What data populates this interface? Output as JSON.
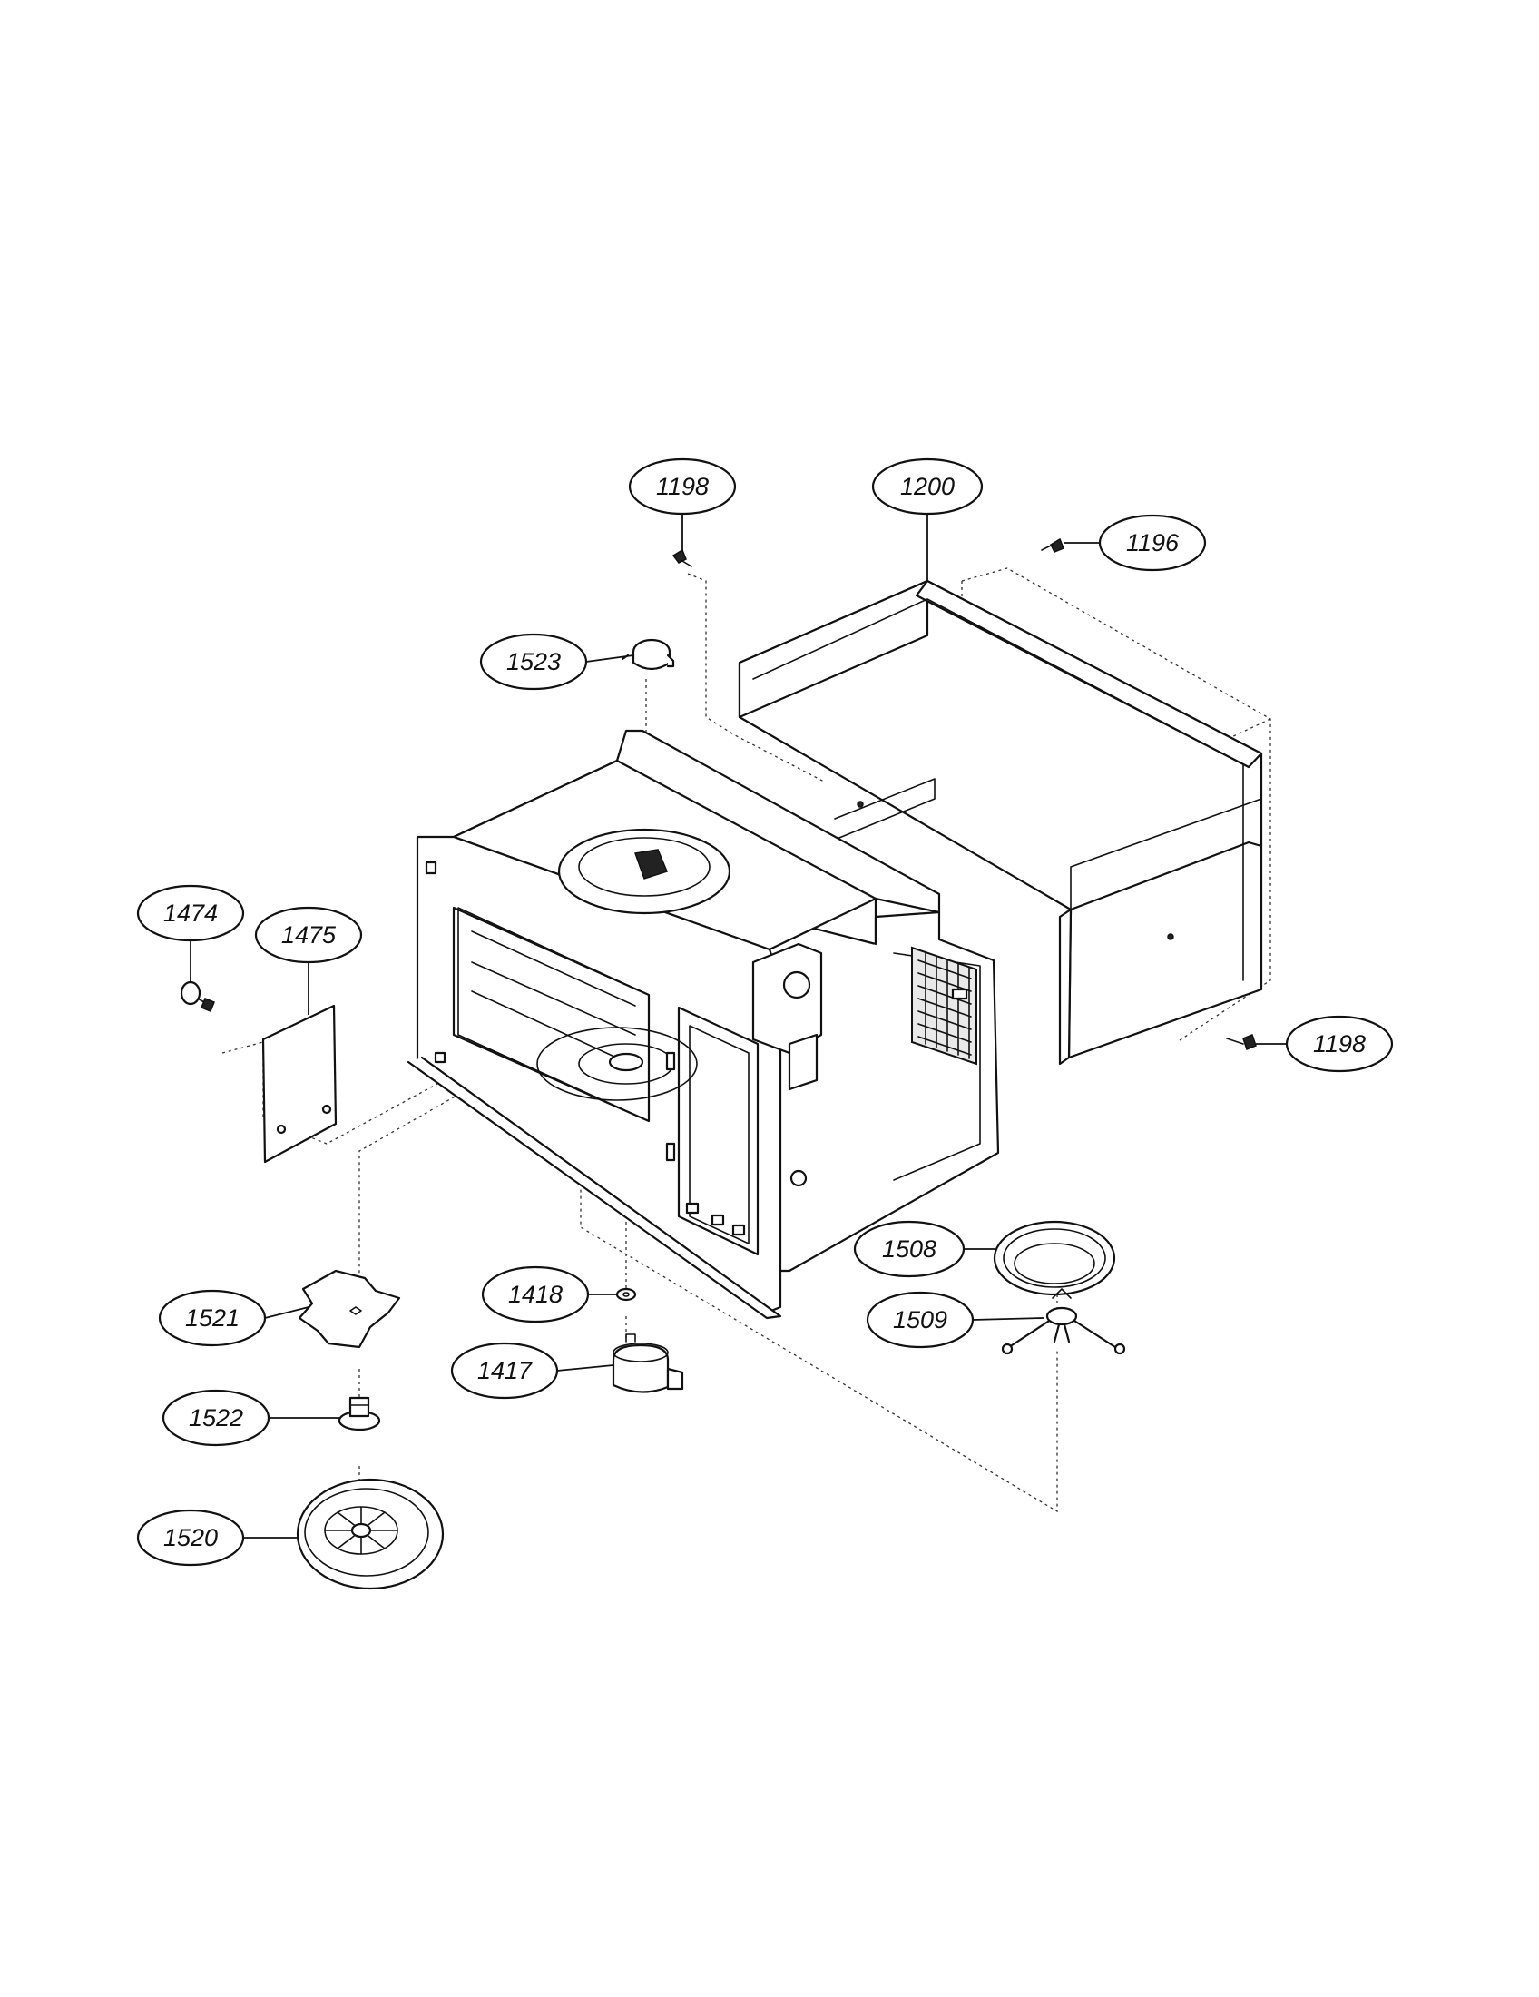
{
  "callouts": [
    {
      "id": "c1198a",
      "label": "1198"
    },
    {
      "id": "c1200",
      "label": "1200"
    },
    {
      "id": "c1196",
      "label": "1196"
    },
    {
      "id": "c1523",
      "label": "1523"
    },
    {
      "id": "c1474",
      "label": "1474"
    },
    {
      "id": "c1475",
      "label": "1475"
    },
    {
      "id": "c1198b",
      "label": "1198"
    },
    {
      "id": "c1508",
      "label": "1508"
    },
    {
      "id": "c1509",
      "label": "1509"
    },
    {
      "id": "c1418",
      "label": "1418"
    },
    {
      "id": "c1521",
      "label": "1521"
    },
    {
      "id": "c1417",
      "label": "1417"
    },
    {
      "id": "c1522",
      "label": "1522"
    },
    {
      "id": "c1520",
      "label": "1520"
    }
  ]
}
